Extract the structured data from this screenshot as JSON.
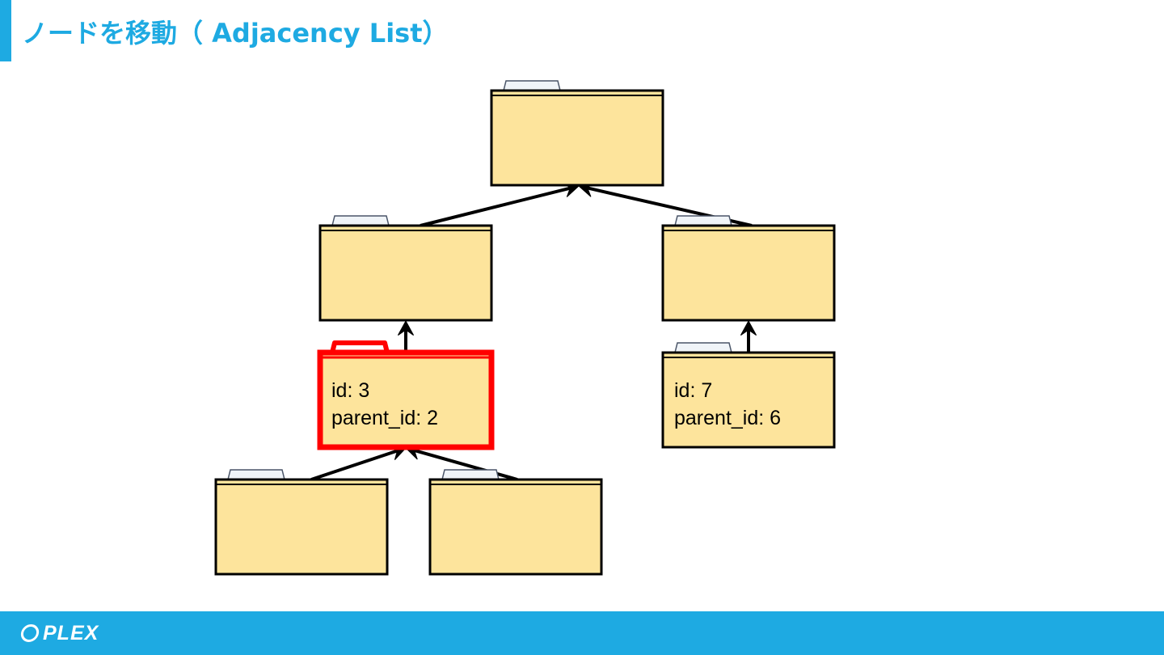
{
  "title": "ノードを移動（ Adjacency List）",
  "colors": {
    "accent": "#1eaae2",
    "folder_fill": "#fde49c",
    "folder_stroke": "#000000",
    "highlight_stroke": "#ff0000",
    "tab_fill": "#f0f4f8"
  },
  "nodes": [
    {
      "key": "root",
      "highlighted": false,
      "lines": []
    },
    {
      "key": "left",
      "highlighted": false,
      "lines": []
    },
    {
      "key": "right",
      "highlighted": false,
      "lines": []
    },
    {
      "key": "moved",
      "highlighted": true,
      "lines": [
        "id: 3",
        "parent_id: 2"
      ]
    },
    {
      "key": "target",
      "highlighted": false,
      "lines": [
        "id: 7",
        "parent_id: 6"
      ]
    },
    {
      "key": "child-a",
      "highlighted": false,
      "lines": []
    },
    {
      "key": "child-b",
      "highlighted": false,
      "lines": []
    }
  ],
  "edges": [
    {
      "from": "left",
      "to": "root"
    },
    {
      "from": "right",
      "to": "root"
    },
    {
      "from": "moved",
      "to": "left"
    },
    {
      "from": "target",
      "to": "right"
    },
    {
      "from": "child-a",
      "to": "moved"
    },
    {
      "from": "child-b",
      "to": "moved"
    }
  ],
  "footer": {
    "logo_icon": "ring-icon",
    "logo_text": "PLEX"
  }
}
